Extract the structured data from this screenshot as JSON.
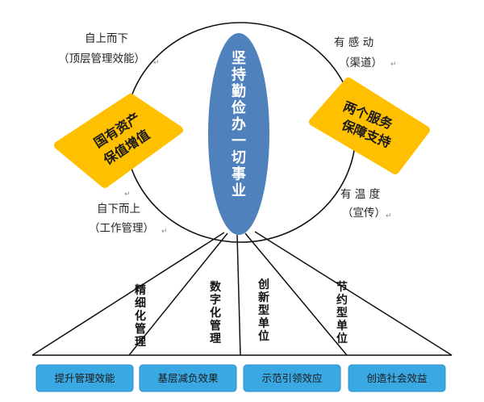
{
  "colors": {
    "pillar": "#4f81bd",
    "pillar_text": "#ffffff",
    "diamond": "#ffc000",
    "button": "#3aa9e3",
    "button_border": "#2c8fc6",
    "line": "#111111"
  },
  "pillar": {
    "text": "坚持勤俭办一切事业"
  },
  "labels": {
    "top_left": {
      "line1": "自上而下",
      "line2": "（顶层管理效能）"
    },
    "top_right": {
      "line1": "有 感 动",
      "line2": "（渠道）"
    },
    "bottom_left": {
      "line1": "自下而上",
      "line2": "（工作管理）"
    },
    "bottom_right": {
      "line1": "有 温 度",
      "line2": "（宣传）"
    }
  },
  "diamonds": {
    "left": {
      "line1": "国有资产",
      "line2": "保值增值"
    },
    "right": {
      "line1": "两个服务",
      "line2": "保障支持"
    }
  },
  "fan_labels": [
    "精细化管理",
    "数字化管理",
    "创新型单位",
    "节约型单位"
  ],
  "buttons": [
    "提升管理效能",
    "基层减负效果",
    "示范引领效应",
    "创造社会效益"
  ]
}
